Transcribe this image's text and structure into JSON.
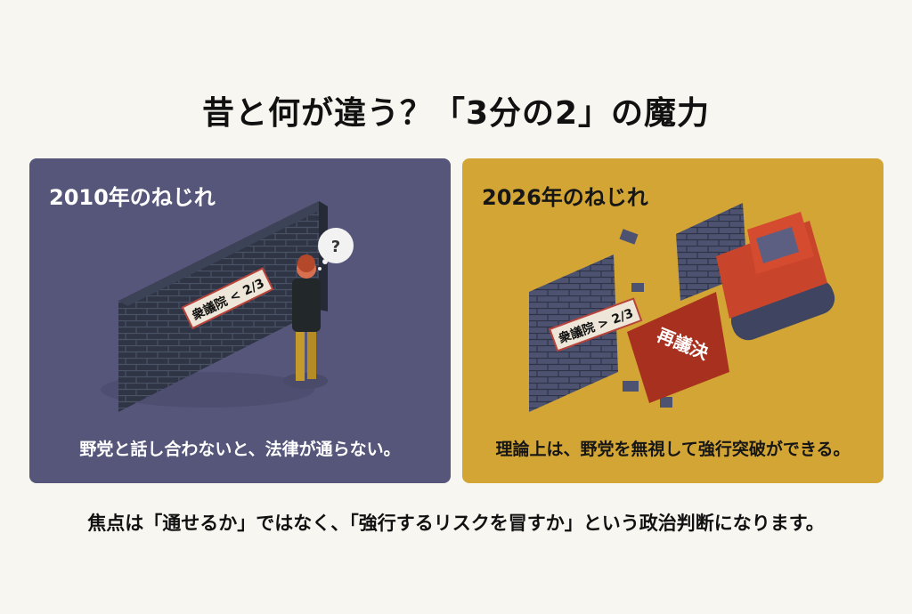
{
  "title": "昔と何が違う？「3分の2」の魔力",
  "panels": [
    {
      "heading": "2010年のねじれ",
      "sign": "衆議院 < 2/3",
      "thought": "?",
      "caption": "野党と話し合わないと、法律が通らない。",
      "color": "#56567a"
    },
    {
      "heading": "2026年のねじれ",
      "sign": "衆議院 > 2/3",
      "bulldozer_label": "再議決",
      "caption": "理論上は、野党を無視して強行突破ができる。",
      "color": "#d3a535"
    }
  ],
  "footer": "焦点は「通せるか」ではなく、「強行するリスクを冒すか」という政治判断になります。"
}
